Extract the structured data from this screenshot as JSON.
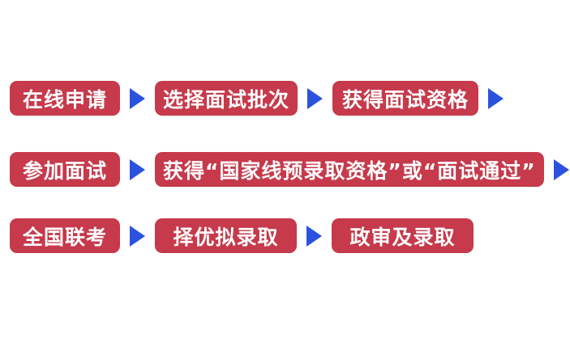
{
  "colors": {
    "box_red": "#C63A4B",
    "arrow_blue": "#2B52DE",
    "text_white": "#FFFFFF"
  },
  "flow": {
    "rows": [
      {
        "steps": [
          "在线申请",
          "选择面试批次",
          "获得面试资格"
        ],
        "trailing_arrow": true
      },
      {
        "steps": [
          "参加面试",
          "获得“国家线预录取资格”或“面试通过”"
        ],
        "trailing_arrow": true
      },
      {
        "steps": [
          "全国联考",
          "择优拟录取",
          "政审及录取"
        ],
        "trailing_arrow": false
      }
    ]
  }
}
